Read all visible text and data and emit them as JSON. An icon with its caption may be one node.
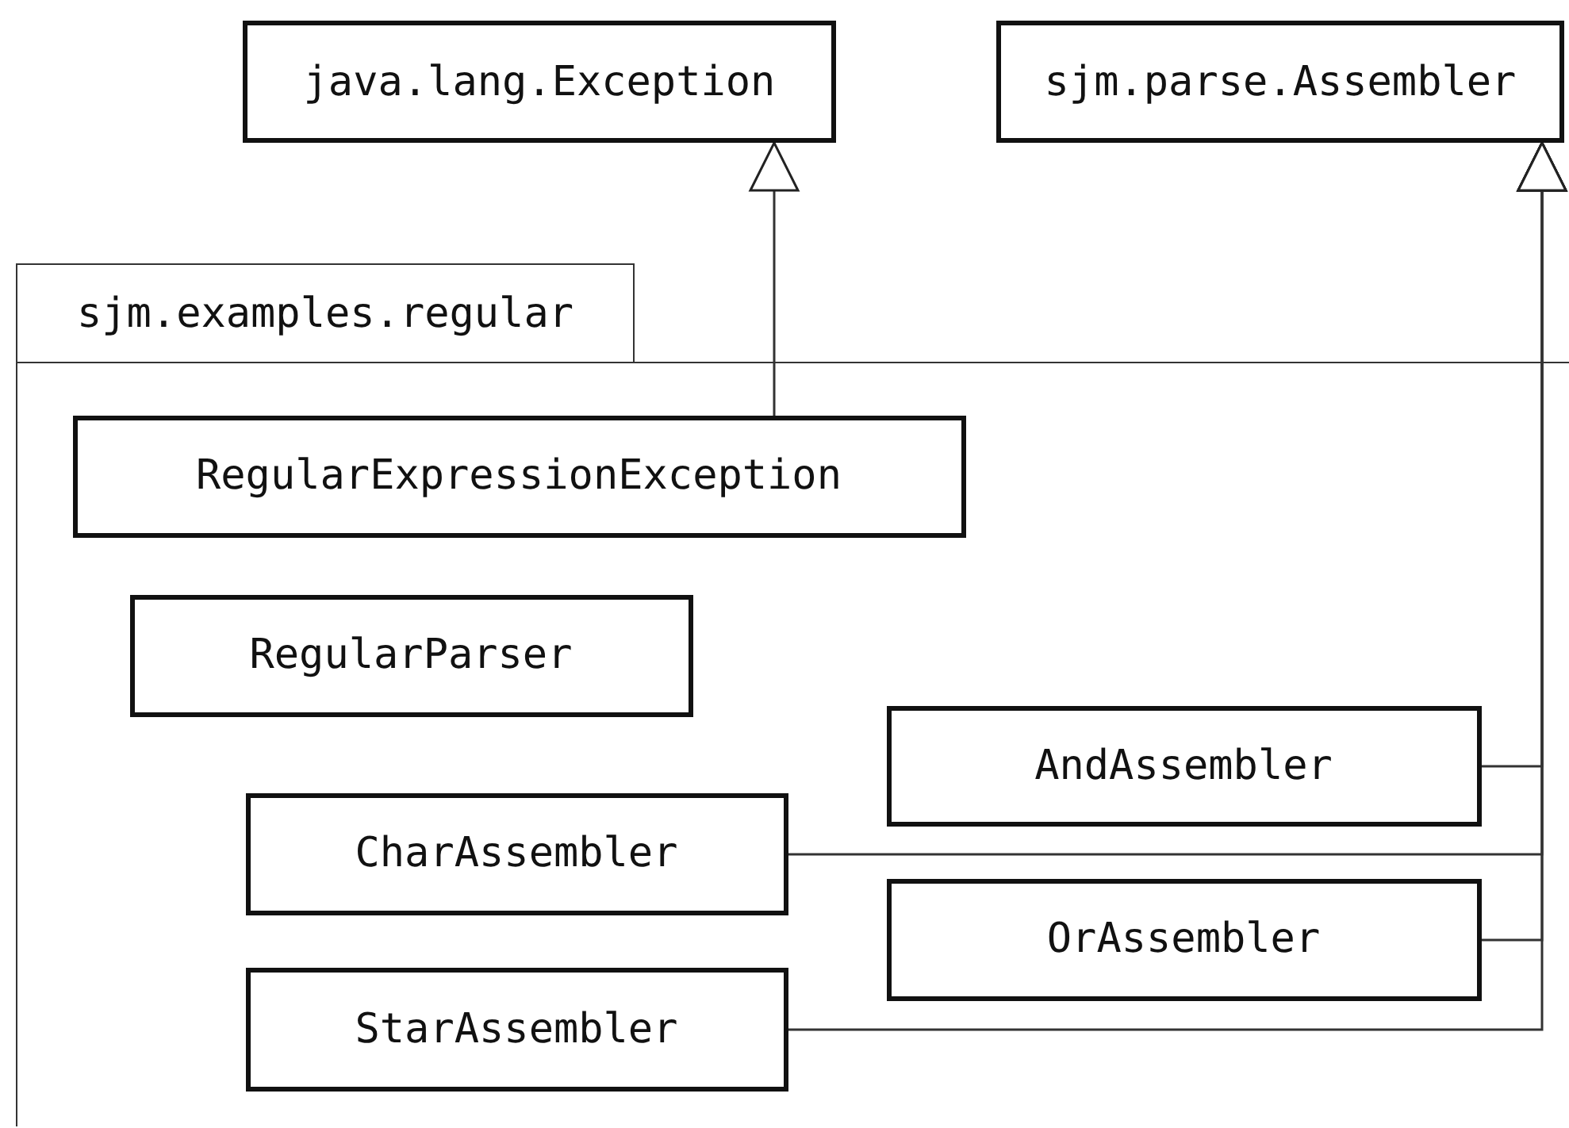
{
  "diagram": {
    "nodes": [
      {
        "text": [
          "java.lang.Exception"
        ]
      },
      {
        "text": [
          "sjm.parse.Assembler"
        ]
      },
      {
        "text": [
          "sjm.examples.regular"
        ]
      },
      {
        "text": [
          "RegularExpressionException"
        ],
        "in": 2
      },
      {
        "text": [
          "RegularParser"
        ],
        "in": 2
      },
      {
        "text": [
          "AndAssembler"
        ],
        "in": 2
      },
      {
        "text": [
          "CharAssembler"
        ],
        "in": 2
      },
      {
        "text": [
          "OrAssembler"
        ],
        "in": 2
      },
      {
        "text": [
          "StarAssembler"
        ],
        "in": 2
      }
    ],
    "edges": [
      {
        "from": 3,
        "to": 0,
        "arrow": "to"
      },
      {
        "from": 5,
        "to": 1,
        "arrow": "to"
      },
      {
        "from": 6,
        "to": 1,
        "arrow": "to"
      },
      {
        "from": 7,
        "to": 1,
        "arrow": "to"
      },
      {
        "from": 8,
        "to": 1,
        "arrow": "to"
      }
    ]
  }
}
